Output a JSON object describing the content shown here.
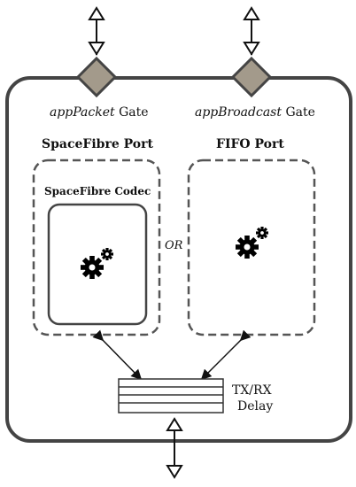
{
  "gates": {
    "packet": {
      "name": "appPacket",
      "suffix": "Gate"
    },
    "broadcast": {
      "name": "appBroadcast",
      "suffix": "Gate"
    }
  },
  "spacefibre_port": {
    "title": "SpaceFibre Port",
    "codec_title": "SpaceFibre Codec"
  },
  "fifo_port": {
    "title": "FIFO Port"
  },
  "or_label": "OR",
  "delay": {
    "line1": "TX/RX",
    "line2": "Delay"
  },
  "colors": {
    "gate_fill": "#a39a8b",
    "outline": "#444444",
    "dashed": "#555555",
    "gear": "#000000"
  },
  "icons": [
    "double-arrow-icon",
    "gate-diamond-icon",
    "gear-icon"
  ]
}
